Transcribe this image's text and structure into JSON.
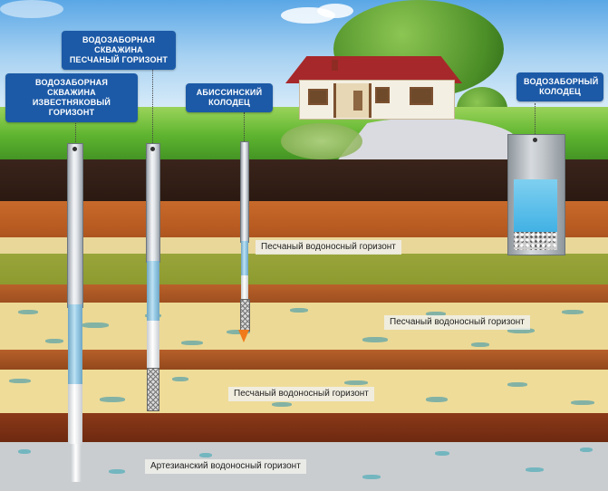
{
  "diagram": {
    "title_labels": {
      "well_limestone": {
        "line1": "ВОДОЗАБОРНАЯ СКВАЖИНА",
        "line2": "ИЗВЕСТНЯКОВЫЙ ГОРИЗОНТ"
      },
      "well_sand": {
        "line1": "ВОДОЗАБОРНАЯ СКВАЖИНА",
        "line2": "ПЕСЧАНЫЙ ГОРИЗОНТ"
      },
      "abyssinian": {
        "line1": "АБИССИНСКИЙ",
        "line2": "КОЛОДЕЦ"
      },
      "dug_well": {
        "line1": "ВОДОЗАБОРНЫЙ",
        "line2": "КОЛОДЕЦ"
      }
    },
    "horizon_labels": {
      "sand_1": "Песчаный водоносный горизонт",
      "sand_2": "Песчаный водоносный горизонт",
      "sand_3": "Песчаный водоносный горизонт",
      "artesian": "Артезианский водоносный горизонт"
    },
    "layers": [
      {
        "name": "topsoil",
        "color": "#2b1a14"
      },
      {
        "name": "clay",
        "color": "#c0622a"
      },
      {
        "name": "sand-aquifer-1",
        "color": "#e9d79a"
      },
      {
        "name": "green-clay",
        "color": "#8f9d31"
      },
      {
        "name": "clay",
        "color": "#a95620"
      },
      {
        "name": "sand-aquifer-2",
        "color": "#ecd995"
      },
      {
        "name": "clay",
        "color": "#a4531f"
      },
      {
        "name": "sand-aquifer-3",
        "color": "#efdc99"
      },
      {
        "name": "dense-clay",
        "color": "#7a3114"
      },
      {
        "name": "artesian-aquifer",
        "color": "#c9cdd0"
      }
    ],
    "colors": {
      "label_bg": "#1c5aa7",
      "label_text": "#ffffff",
      "water": "#9ed0ea",
      "abyssinian_tip": "#f07a1a"
    }
  }
}
